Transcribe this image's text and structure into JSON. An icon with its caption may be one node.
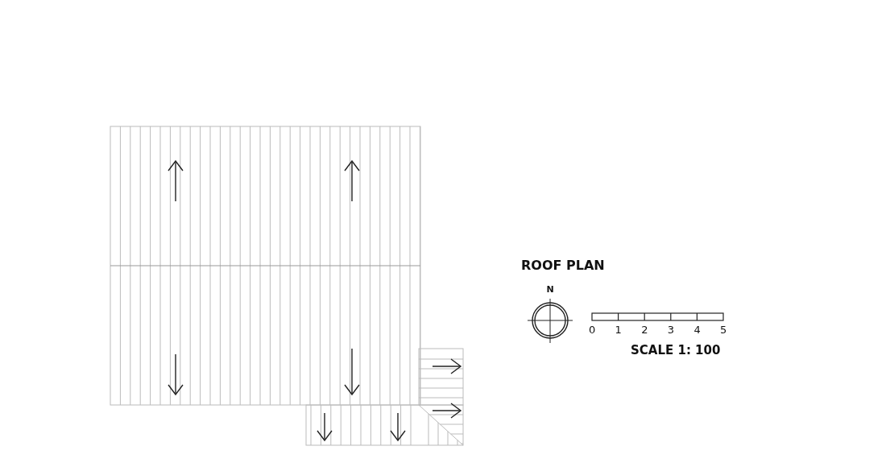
{
  "diagram": {
    "title": "ROOF PLAN",
    "labels": [
      "N",
      "0",
      "1",
      "2",
      "3",
      "4",
      "5",
      "SCALE 1: 100"
    ]
  }
}
